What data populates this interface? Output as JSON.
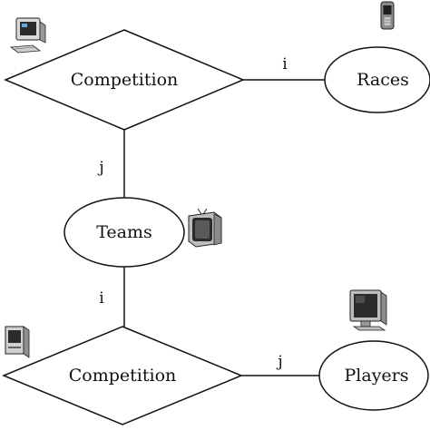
{
  "nodes": {
    "competition_top": "Competition",
    "races": "Races",
    "teams": "Teams",
    "competition_bottom": "Competition",
    "players": "Players"
  },
  "edges": {
    "competition_races": "i",
    "competition_teams": "j",
    "teams_competition": "i",
    "competition_players": "j"
  },
  "icons": {
    "desktop_top_left": "desktop-computer-icon",
    "phone_top_right": "mobile-phone-icon",
    "tv_teams": "crt-monitor-icon",
    "desktop_bottom_left": "desktop-computer-icon",
    "monitor_players": "flat-monitor-icon"
  },
  "colors": {
    "stroke": "#111111",
    "background": "#ffffff"
  }
}
